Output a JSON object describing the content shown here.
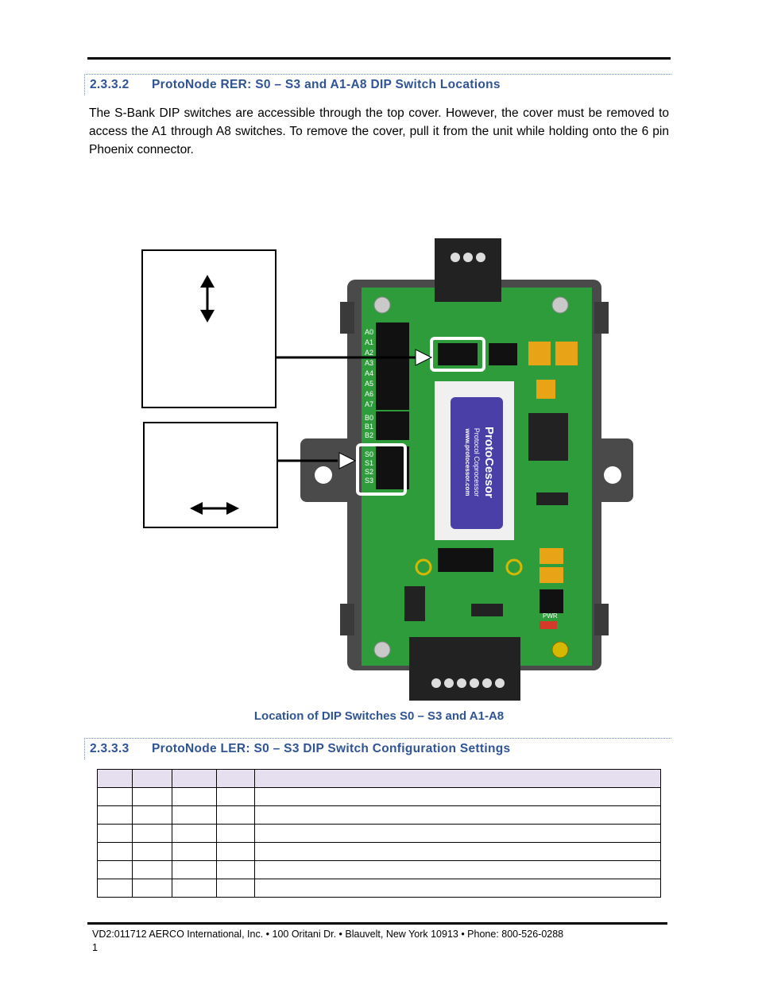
{
  "section1": {
    "number": "2.3.3.2",
    "title": "ProtoNode RER:  S0 – S3 and A1-A8 DIP Switch Locations"
  },
  "paragraph": "The S-Bank DIP switches are accessible through the top cover. However, the cover must be removed to access the A1 through A8 switches.  To remove the cover, pull it from the unit while holding onto the 6 pin Phoenix connector.",
  "figure": {
    "caption": "Location of DIP Switches S0 – S3 and A1-A8",
    "board_labels": {
      "a_bank": [
        "A0",
        "A1",
        "A2",
        "A3",
        "A4",
        "A5",
        "A6",
        "A7"
      ],
      "b_bank": [
        "B0",
        "B1",
        "B2"
      ],
      "s_bank": [
        "S0",
        "S1",
        "S2",
        "S3"
      ],
      "module_brand": "ProtoCessor",
      "module_line1": "Protocol Coprocessor",
      "module_line2": "www.protocessor.com",
      "pwr_label": "PWR"
    },
    "colors": {
      "board": "#2f9c3c",
      "case": "#4a4a4a",
      "module": "#4a3fa6",
      "highlight": "#ffffff"
    }
  },
  "section2": {
    "number": "2.3.3.3",
    "title": "ProtoNode LER: S0 – S3 DIP Switch Configuration Settings"
  },
  "table": {
    "columns": 5,
    "header": [
      "",
      "",
      "",
      "",
      ""
    ],
    "rows": [
      [
        "",
        "",
        "",
        "",
        ""
      ],
      [
        "",
        "",
        "",
        "",
        ""
      ],
      [
        "",
        "",
        "",
        "",
        ""
      ],
      [
        "",
        "",
        "",
        "",
        ""
      ],
      [
        "",
        "",
        "",
        "",
        ""
      ],
      [
        "",
        "",
        "",
        "",
        ""
      ]
    ]
  },
  "footer": {
    "line1": "VD2:011712  AERCO International, Inc. • 100 Oritani Dr. •  Blauvelt, New York 10913 • Phone: 800-526-0288",
    "line2": "1"
  }
}
